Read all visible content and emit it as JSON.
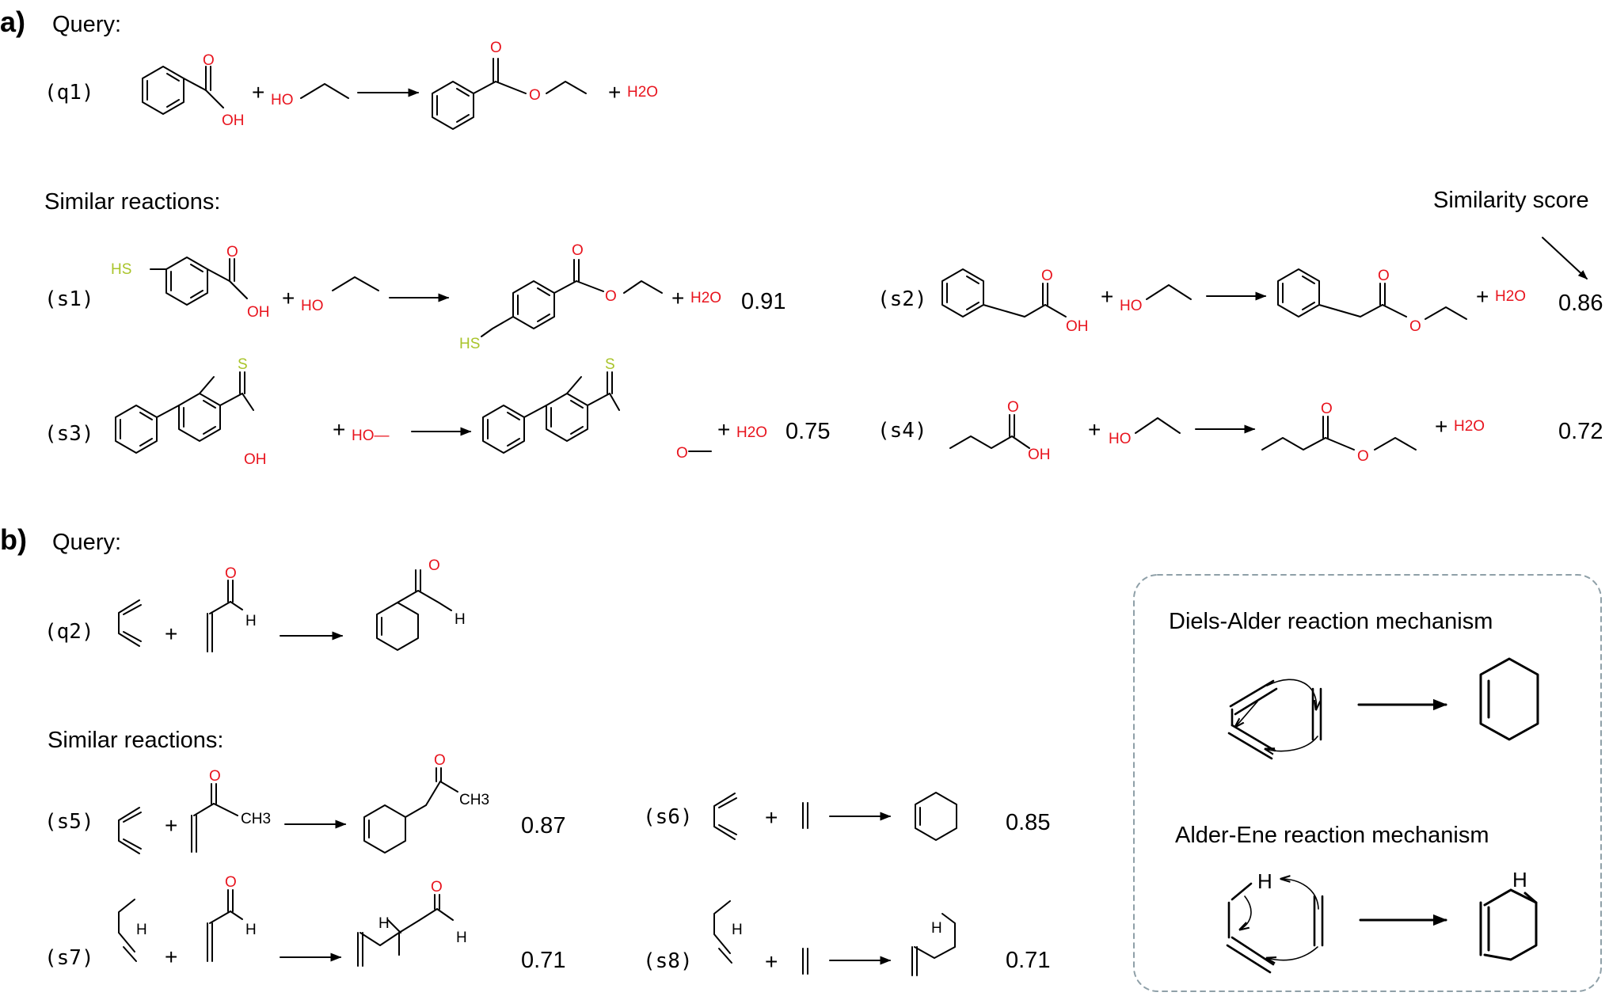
{
  "section_a": {
    "panel": "a)",
    "query_label": "Query:",
    "similar_label": "Similar reactions:",
    "score_caption": "Similarity score",
    "query": {
      "id": "(q1)"
    },
    "reactions": [
      {
        "id": "(s1)",
        "score": "0.91"
      },
      {
        "id": "(s2)",
        "score": "0.86"
      },
      {
        "id": "(s3)",
        "score": "0.75"
      },
      {
        "id": "(s4)",
        "score": "0.72"
      }
    ]
  },
  "section_b": {
    "panel": "b)",
    "query_label": "Query:",
    "similar_label": "Similar reactions:",
    "query": {
      "id": "(q2)"
    },
    "reactions": [
      {
        "id": "(s5)",
        "score": "0.87"
      },
      {
        "id": "(s6)",
        "score": "0.85"
      },
      {
        "id": "(s7)",
        "score": "0.71"
      },
      {
        "id": "(s8)",
        "score": "0.71"
      }
    ],
    "mechanisms": {
      "diels_alder": "Diels-Alder reaction mechanism",
      "alder_ene": "Alder-Ene reaction mechanism"
    }
  },
  "chem": {
    "plus": "+",
    "O": "O",
    "S": "S",
    "H": "H",
    "OH": "OH",
    "HO": "HO",
    "HS": "HS",
    "HO_dash": "HO—",
    "CH3": "CH3",
    "H2O": "H2O"
  },
  "colors": {
    "oxygen": "#e8141e",
    "sulfur": "#a9c42a",
    "ink": "#000000",
    "box_border": "#8fa0a8"
  }
}
